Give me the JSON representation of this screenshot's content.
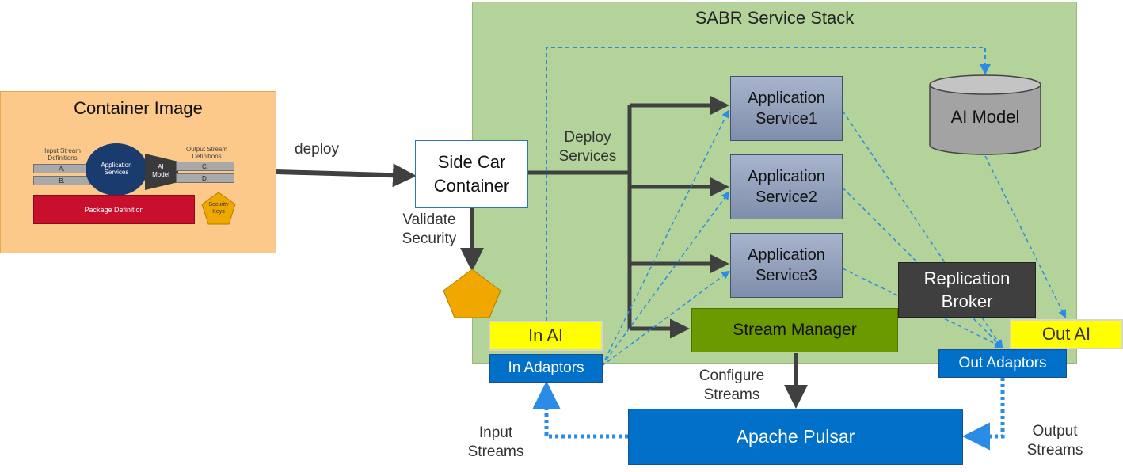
{
  "stack": {
    "title": "SABR Service Stack"
  },
  "container_image": {
    "title": "Container Image",
    "input_defs_label": "Input Stream Definitions",
    "input_a": "A.",
    "input_b": "B.",
    "app_services": "Application Services",
    "ai_model": "AI Model",
    "output_defs_label": "Output Stream Definitions",
    "output_c": "C.",
    "output_d": "D.",
    "package_definition": "Package Definition",
    "security_keys": "Security Keys"
  },
  "edges": {
    "deploy": "deploy",
    "validate_security": "Validate Security",
    "deploy_services": "Deploy Services",
    "configure_streams": "Configure Streams",
    "input_streams": "Input Streams",
    "output_streams": "Output Streams"
  },
  "nodes": {
    "side_car": "Side Car Container",
    "app_service_1": "Application Service1",
    "app_service_2": "Application Service2",
    "app_service_3": "Application Service3",
    "ai_model": "AI Model",
    "replication_broker": "Replication Broker",
    "stream_manager": "Stream Manager",
    "in_ai": "In AI",
    "out_ai": "Out AI",
    "in_adaptors": "In Adaptors",
    "out_adaptors": "Out Adaptors",
    "apache_pulsar": "Apache Pulsar"
  },
  "colors": {
    "stack_bg": "#b3d39a",
    "container_image_bg": "#fcc98a",
    "security_pentagon": "#f0a800",
    "stream_manager": "#6a9a00",
    "blue_box": "#0070c8",
    "yellow_box": "#ffff00",
    "replication_broker": "#3f3f3f",
    "dashed_arrow": "#2b8ce6",
    "solid_arrow": "#404040"
  }
}
